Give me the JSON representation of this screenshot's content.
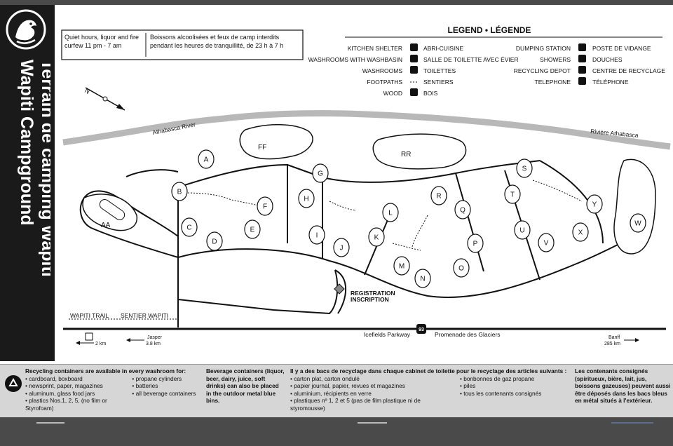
{
  "title": {
    "en": "Wapiti Campground",
    "fr": "Terrain de camping Wapiti"
  },
  "curfew": {
    "en": "Quiet hours, liquor and fire curfew 11 pm - 7 am",
    "fr": "Boissons alcoolisées et feux de camp interdits pendant les heures de tranquillité, de 23 h à 7 h"
  },
  "legend": {
    "heading": "LEGEND  •  LÉGENDE",
    "left": [
      {
        "en": "KITCHEN SHELTER",
        "fr": "ABRI-CUISINE",
        "icon": "kitchen-shelter-icon"
      },
      {
        "en": "WASHROOMS WITH WASHBASIN",
        "fr": "SALLE DE TOILETTE AVEC ÉVIER",
        "icon": "washbasin-icon"
      },
      {
        "en": "WASHROOMS",
        "fr": "TOILETTES",
        "icon": "washroom-icon"
      },
      {
        "en": "FOOTPATHS",
        "fr": "SENTIERS",
        "icon": "footpath-line"
      },
      {
        "en": "WOOD",
        "fr": "BOIS",
        "icon": "wood-icon"
      }
    ],
    "right": [
      {
        "en": "DUMPING STATION",
        "fr": "POSTE DE VIDANGE",
        "icon": "dumping-station-icon"
      },
      {
        "en": "SHOWERS",
        "fr": "DOUCHES",
        "icon": "shower-icon"
      },
      {
        "en": "RECYCLING DEPOT",
        "fr": "CENTRE DE RECYCLAGE",
        "icon": "recycling-icon"
      },
      {
        "en": "TELEPHONE",
        "fr": "TÉLÉPHONE",
        "icon": "telephone-icon"
      }
    ]
  },
  "map": {
    "river_en": "Athabasca River",
    "river_fr": "Rivière Athabasca",
    "registration_en": "REGISTRATION",
    "registration_fr": "INSCRIPTION",
    "trail_en": "WAPITI TRAIL",
    "trail_fr": "SENTIER WAPITI",
    "parkway_en": "Icefields Parkway",
    "parkway_fr": "Promenade des Glaciers",
    "highway_number": "93",
    "dist_dump": "2 km",
    "jasper_name": "Jasper",
    "jasper_dist": "3.8 km",
    "banff_name": "Banff",
    "banff_dist": "285 km",
    "north_letter": "N",
    "loops": [
      "A",
      "B",
      "C",
      "D",
      "E",
      "F",
      "G",
      "H",
      "I",
      "J",
      "K",
      "L",
      "M",
      "N",
      "O",
      "P",
      "Q",
      "R",
      "S",
      "T",
      "U",
      "V",
      "W",
      "X",
      "Y"
    ],
    "areas": [
      "AA",
      "FF",
      "RR"
    ]
  },
  "footer": {
    "col1_title": "Recycling containers are available in every washroom for:",
    "col1_items_a": [
      "cardboard, boxboard",
      "newsprint, paper, magazines",
      "aluminum, glass food jars",
      "plastics Nos.1, 2, 5, (no film or Styrofoam)"
    ],
    "col1_items_b": [
      "propane cylinders",
      "batteries",
      "all beverage containers"
    ],
    "col2": "Beverage containers (liquor, beer, dairy, juice, soft drinks) can also be placed in the outdoor metal blue bins.",
    "col3_title": "Il y a des bacs de recyclage dans chaque cabinet de toilette pour le recyclage des articles suivants :",
    "col3_items_a": [
      "carton plat, carton ondulé",
      "papier journal, papier, revues et magazines",
      "aluminium, récipients en verre",
      "plastiques nº 1, 2 et 5 (pas de film plastique ni de styromousse)"
    ],
    "col3_items_b": [
      "bonbonnes de gaz propane",
      "piles",
      "tous les contenants consignés"
    ],
    "col4": "Les contenants consignés (spiritueux, bière, lait, jus, boissons gazeuses) peuvent aussi être déposés dans les bacs bleus en métal situés à l'extérieur."
  }
}
